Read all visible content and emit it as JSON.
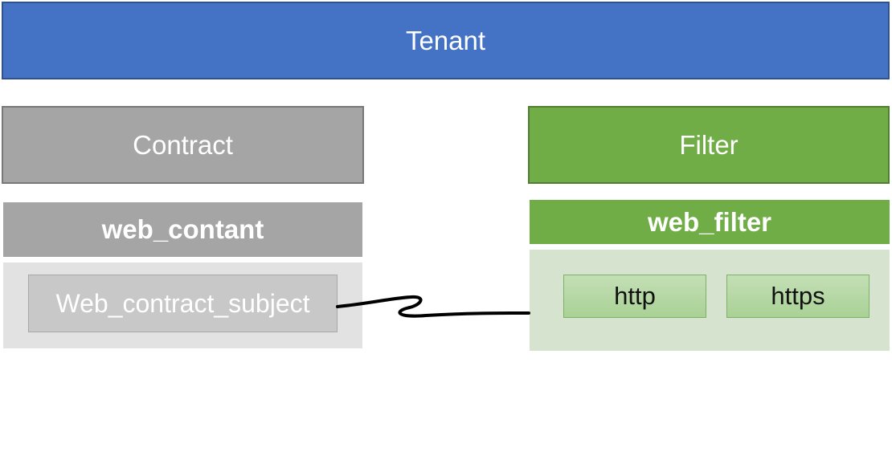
{
  "tenant": {
    "label": "Tenant"
  },
  "contract": {
    "header": "Contract",
    "name": "web_contant",
    "subject": "Web_contract_subject"
  },
  "filter": {
    "header": "Filter",
    "name": "web_filter",
    "entries": [
      "http",
      "https"
    ]
  },
  "colors": {
    "tenant": "#4472c4",
    "contract": "#a5a5a5",
    "filter": "#70ad47",
    "contract_panel": "#e2e2e2",
    "filter_panel": "#d6e4cf",
    "connector": "#000000"
  }
}
